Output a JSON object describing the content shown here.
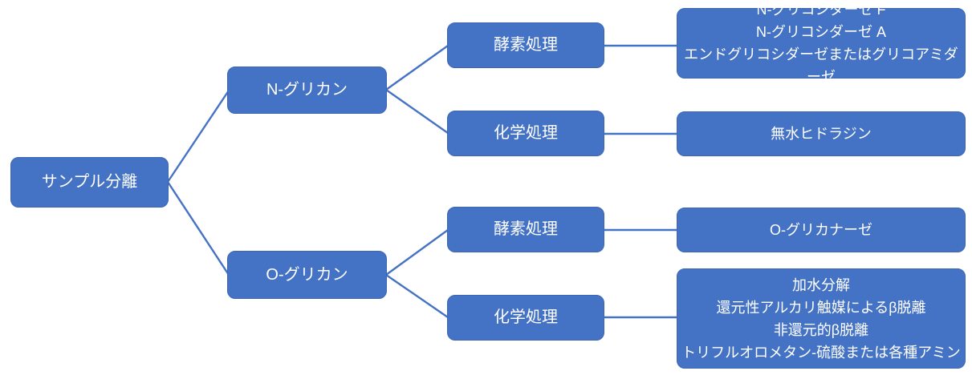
{
  "diagram": {
    "title": "glycan-release-methods-tree",
    "colors": {
      "node_fill": "#4472C4",
      "node_text": "#FFFFFF",
      "connector": "#4472C4",
      "background": "#FFFFFF"
    },
    "root": {
      "label": "サンプル分離"
    },
    "branches": [
      {
        "label": "N-グリカン",
        "children": [
          {
            "label": "酵素処理",
            "result_lines": [
              "N-グリコシダーゼ F",
              "N-グリコシダーゼ A",
              "エンドグリコシダーゼまたはグリコアミダーゼ"
            ]
          },
          {
            "label": "化学処理",
            "result_lines": [
              "無水ヒドラジン"
            ]
          }
        ]
      },
      {
        "label": "O-グリカン",
        "children": [
          {
            "label": "酵素処理",
            "result_lines": [
              "O-グリカナーゼ"
            ]
          },
          {
            "label": "化学処理",
            "result_lines": [
              "加水分解",
              "還元性アルカリ触媒によるβ脱離",
              "非還元的β脱離",
              "トリフルオロメタン-硫酸または各種アミン"
            ]
          }
        ]
      }
    ]
  }
}
